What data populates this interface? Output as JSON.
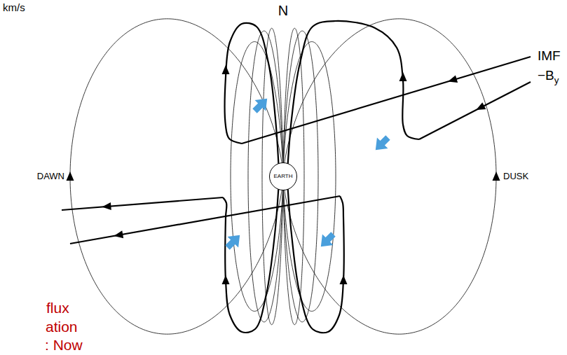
{
  "diagram": {
    "nodes": [
      {
        "text": [
          "EARTH"
        ]
      }
    ],
    "labels": [
      "km/s",
      "N",
      "IMF",
      "−By",
      "DAWN",
      "DUSK",
      "flux",
      "ation",
      ": Now"
    ]
  }
}
